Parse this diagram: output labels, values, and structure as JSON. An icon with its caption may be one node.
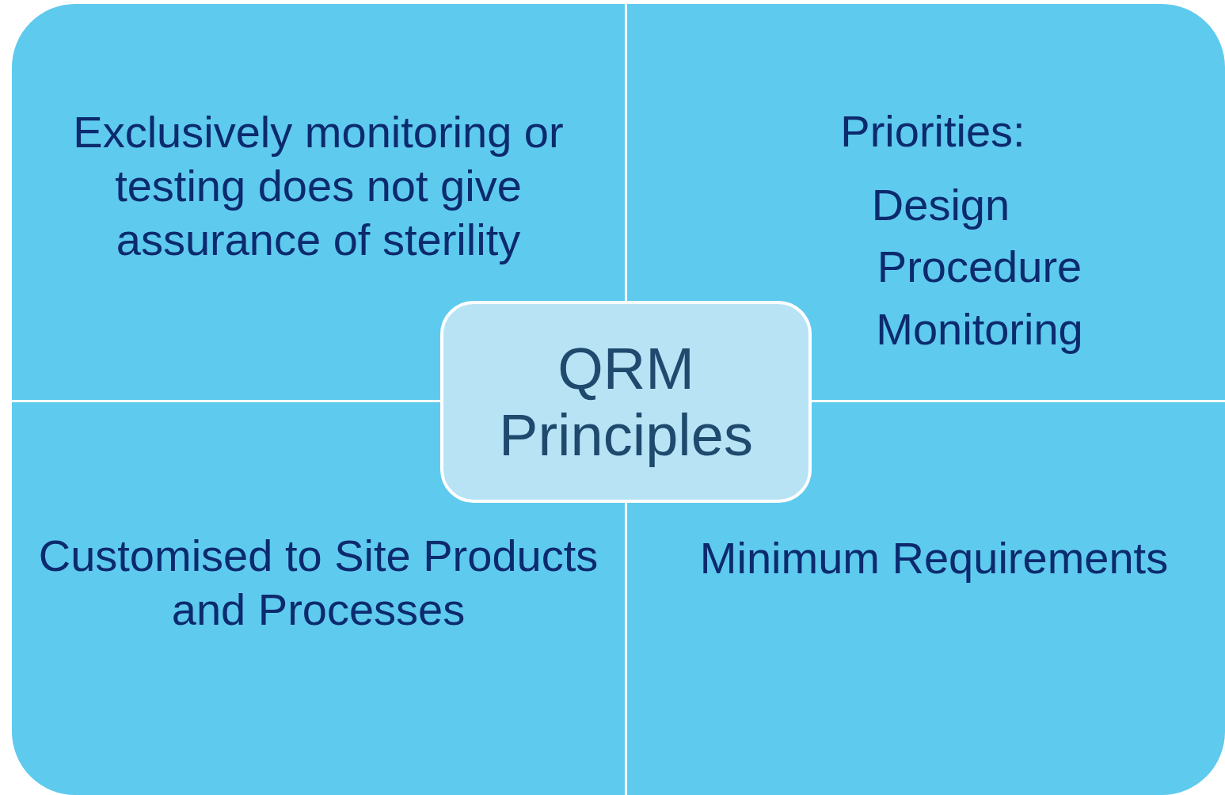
{
  "diagram": {
    "nodes": [
      {
        "text": [
          "Exclusively monitoring or testing does not give assurance of sterility"
        ]
      },
      {
        "text": [
          "Priorities:",
          "Design",
          "Procedure",
          "Monitoring"
        ]
      },
      {
        "text": [
          "Customised to Site Products and Processes"
        ]
      },
      {
        "text": [
          "Minimum Requirements"
        ]
      },
      {
        "text": [
          "QRM Principles"
        ]
      }
    ]
  }
}
